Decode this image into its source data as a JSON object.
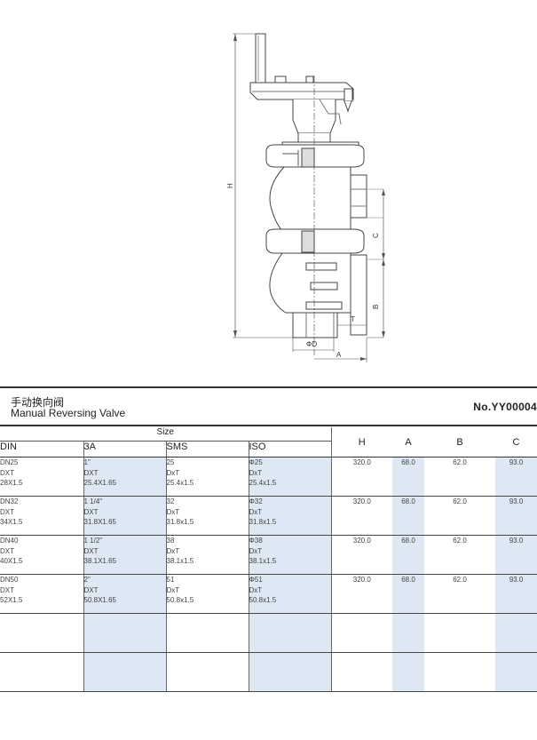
{
  "drawing": {
    "dimension_labels": {
      "H": "H",
      "C": "C",
      "B": "B",
      "T": "T",
      "D": "ΦD",
      "A": "A"
    }
  },
  "product": {
    "title_cn": "手动换向阀",
    "title_en": "Manual Reversing Valve",
    "code": "No.YY00004"
  },
  "table": {
    "size_header": "Size",
    "size_columns": [
      "DIN",
      "3A",
      "SMS",
      "ISO"
    ],
    "dim_columns": [
      "H",
      "A",
      "B",
      "C"
    ],
    "rows": [
      {
        "din": [
          "DN25",
          "DXT",
          "28X1.5"
        ],
        "a3": [
          "1\"",
          "DXT",
          "25.4X1.65"
        ],
        "sms": [
          "25",
          "DxT",
          "25.4x1.5"
        ],
        "iso": [
          "Φ25",
          "DxT",
          "25.4x1.5"
        ],
        "h": "320.0",
        "a": "68.0",
        "b": "62.0",
        "c": "93.0"
      },
      {
        "din": [
          "DN32",
          "DXT",
          "34X1.5"
        ],
        "a3": [
          "1 1/4\"",
          "DXT",
          "31.8X1.65"
        ],
        "sms": [
          "32",
          "DxT",
          "31.8x1.5"
        ],
        "iso": [
          "Φ32",
          "DxT",
          "31.8x1.5"
        ],
        "h": "320.0",
        "a": "68.0",
        "b": "62.0",
        "c": "93.0"
      },
      {
        "din": [
          "DN40",
          "DXT",
          "40X1.5"
        ],
        "a3": [
          "1 1/2\"",
          "DXT",
          "38.1X1.65"
        ],
        "sms": [
          "38",
          "DxT",
          "38.1x1.5"
        ],
        "iso": [
          "Φ38",
          "DxT",
          "38.1x1.5"
        ],
        "h": "320.0",
        "a": "68.0",
        "b": "62.0",
        "c": "93.0"
      },
      {
        "din": [
          "DN50",
          "DXT",
          "52X1.5"
        ],
        "a3": [
          "2\"",
          "DXT",
          "50.8X1.65"
        ],
        "sms": [
          "51",
          "DxT",
          "50.8x1.5"
        ],
        "iso": [
          "Φ51",
          "DxT",
          "50.8x1.5"
        ],
        "h": "320.0",
        "a": "68.0",
        "b": "62.0",
        "c": "93.0"
      },
      {
        "din": [
          "",
          "",
          ""
        ],
        "a3": [
          "",
          "",
          ""
        ],
        "sms": [
          "",
          "",
          ""
        ],
        "iso": [
          "",
          "",
          ""
        ],
        "h": "",
        "a": "",
        "b": "",
        "c": ""
      },
      {
        "din": [
          "",
          "",
          ""
        ],
        "a3": [
          "",
          "",
          ""
        ],
        "sms": [
          "",
          "",
          ""
        ],
        "iso": [
          "",
          "",
          ""
        ],
        "h": "",
        "a": "",
        "b": "",
        "c": ""
      }
    ]
  }
}
